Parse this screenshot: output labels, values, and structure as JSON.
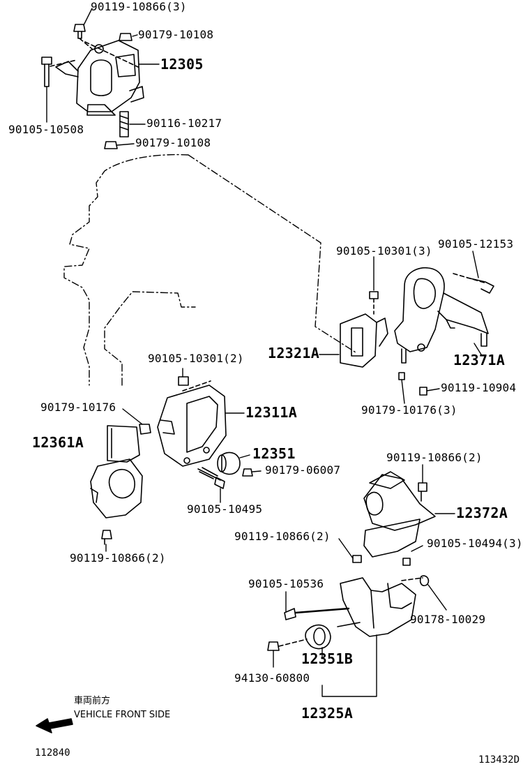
{
  "labels": {
    "p90119_10866_3": "90119-10866(3)",
    "p90179_10108_a": "90179-10108",
    "p12305": "12305",
    "p90105_10508": "90105-10508",
    "p90116_10217": "90116-10217",
    "p90179_10108_b": "90179-10108",
    "p90105_10301_3": "90105-10301(3)",
    "p90105_12153": "90105-12153",
    "p12321A": "12321A",
    "p12371A": "12371A",
    "p90119_10904": "90119-10904",
    "p90179_10176_3": "90179-10176(3)",
    "p90105_10301_2": "90105-10301(2)",
    "p12311A": "12311A",
    "p90179_10176": "90179-10176",
    "p12361A": "12361A",
    "p12351": "12351",
    "p90179_06007": "90179-06007",
    "p90105_10495": "90105-10495",
    "p90119_10866_2a": "90119-10866(2)",
    "p90119_10866_2b": "90119-10866(2)",
    "p12372A": "12372A",
    "p90119_10866_2c": "90119-10866(2)",
    "p90105_10494_3": "90105-10494(3)",
    "p90105_10536": "90105-10536",
    "p90178_10029": "90178-10029",
    "p12351B": "12351B",
    "p94130_60800": "94130-60800",
    "p12325A": "12325A"
  },
  "direction": {
    "jp": "車両前方",
    "en": "VEHICLE FRONT SIDE"
  },
  "codes": {
    "left": "112840",
    "right": "113432D"
  }
}
